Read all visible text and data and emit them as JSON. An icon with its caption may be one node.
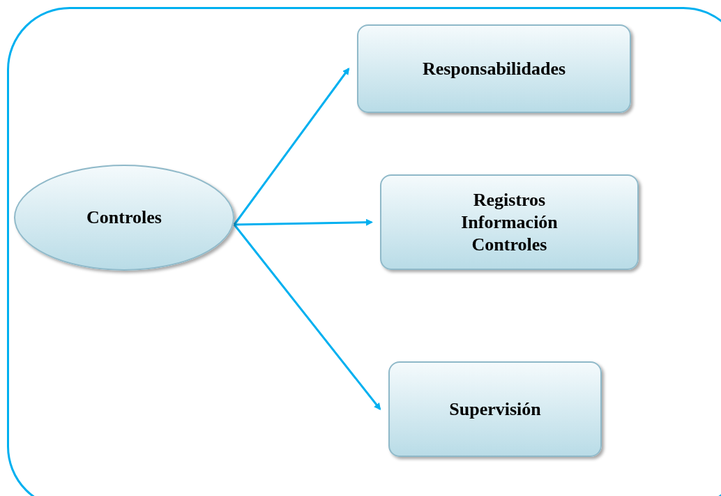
{
  "diagram": {
    "nodes": [
      {
        "text": [
          "Controles"
        ]
      },
      {
        "text": [
          "Responsabilidades"
        ]
      },
      {
        "text": [
          "Registros",
          "Información",
          "Controles"
        ]
      },
      {
        "text": [
          "Supervisión"
        ]
      }
    ],
    "edges": [
      {
        "from": 0,
        "to": 1,
        "arrow": "to"
      },
      {
        "from": 0,
        "to": 2,
        "arrow": "to"
      },
      {
        "from": 0,
        "to": 3,
        "arrow": "to"
      }
    ]
  }
}
